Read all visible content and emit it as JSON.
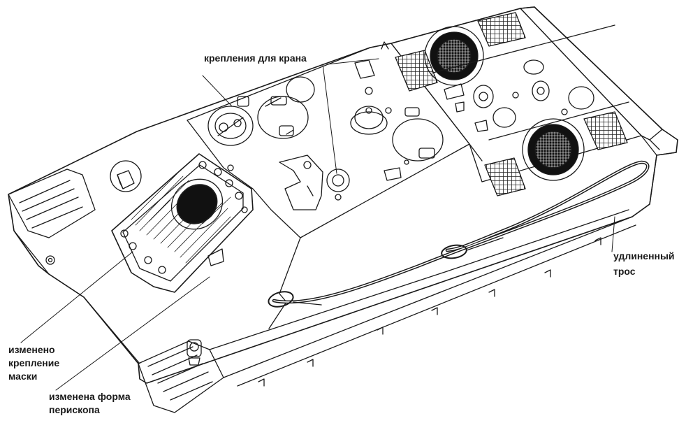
{
  "labels": {
    "crane_mounts": "крепления для крана",
    "cable_line1": "удлиненный",
    "cable_line2": "трос",
    "mask_line1": "изменено",
    "mask_line2": "крепление",
    "mask_line3": "маски",
    "periscope_line1": "изменена форма",
    "periscope_line2": "перископа"
  },
  "colors": {
    "ink": "#1a1a1a",
    "paper": "#ffffff"
  }
}
